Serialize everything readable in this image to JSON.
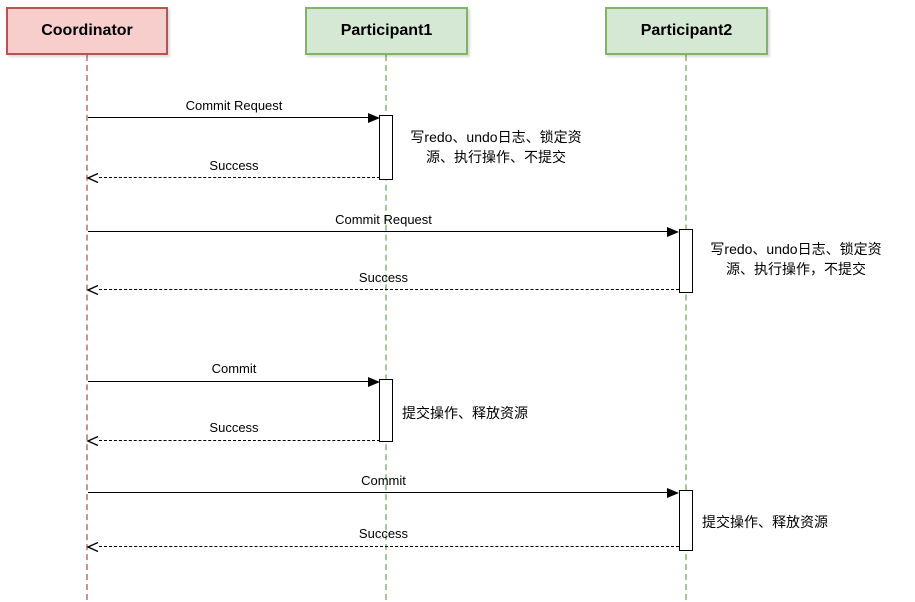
{
  "diagram": {
    "type": "sequence",
    "actors": [
      {
        "name": "Coordinator",
        "fill": "#f8cecc",
        "stroke": "#b85450"
      },
      {
        "name": "Participant1",
        "fill": "#d5e8d4",
        "stroke": "#82b366"
      },
      {
        "name": "Participant2",
        "fill": "#d5e8d4",
        "stroke": "#82b366"
      }
    ],
    "messages": [
      {
        "from": "Coordinator",
        "to": "Participant1",
        "label": "Commit Request",
        "style": "solid"
      },
      {
        "from": "Participant1",
        "to": "Coordinator",
        "label": "Success",
        "style": "dashed"
      },
      {
        "from": "Coordinator",
        "to": "Participant2",
        "label": "Commit Request",
        "style": "solid"
      },
      {
        "from": "Participant2",
        "to": "Coordinator",
        "label": "Success",
        "style": "dashed"
      },
      {
        "from": "Coordinator",
        "to": "Participant1",
        "label": "Commit",
        "style": "solid"
      },
      {
        "from": "Participant1",
        "to": "Coordinator",
        "label": "Success",
        "style": "dashed"
      },
      {
        "from": "Coordinator",
        "to": "Participant2",
        "label": "Commit",
        "style": "solid"
      },
      {
        "from": "Participant2",
        "to": "Coordinator",
        "label": "Success",
        "style": "dashed"
      }
    ],
    "notes": [
      {
        "attached_to": "Participant1",
        "text": "写redo、undo日志、锁定资源、执行操作、不提交"
      },
      {
        "attached_to": "Participant2",
        "text": "写redo、undo日志、锁定资源、执行操作，不提交"
      },
      {
        "attached_to": "Participant1",
        "text": "提交操作、释放资源"
      },
      {
        "attached_to": "Participant2",
        "text": "提交操作、释放资源"
      }
    ],
    "colors": {
      "coordinator_fill": "#f8cecc",
      "coordinator_stroke": "#b85450",
      "participant_fill": "#d5e8d4",
      "participant_stroke": "#82b366",
      "coordinator_lifeline": "#d09290",
      "participant_lifeline": "#a6c89a",
      "message_line": "#000000",
      "background": "#ffffff"
    }
  }
}
